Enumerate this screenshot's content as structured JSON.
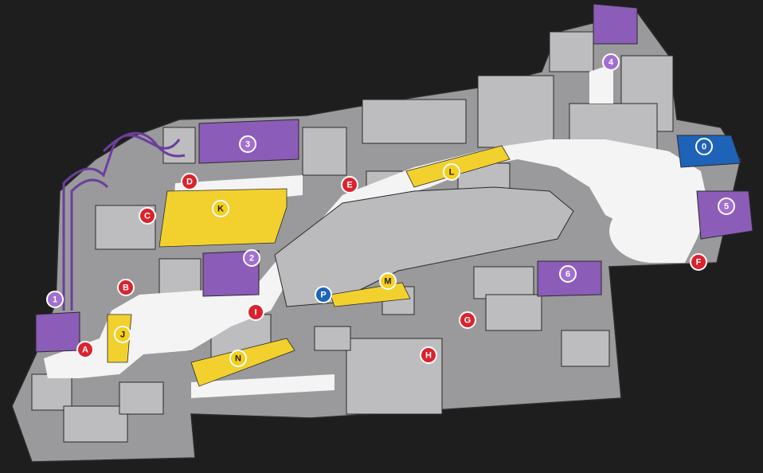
{
  "colors": {
    "background": "#1e1e1e",
    "ground": "#9a9a9c",
    "path": "#f4f4f4",
    "building": "#bdbdbf",
    "building_outline": "#2a2a2a",
    "attraction": "#8b5cb8",
    "attraction_dark": "#5d3a86",
    "highlight_zone": "#f2d12e",
    "red_marker": "#d9232e",
    "blue_marker": "#1e63b8",
    "purple_marker": "#a26fd0",
    "yellow_marker": "#f5cf1c"
  },
  "map": {
    "attractions": [
      {
        "id": "1",
        "label": "1"
      },
      {
        "id": "2",
        "label": "2"
      },
      {
        "id": "3",
        "label": "3"
      },
      {
        "id": "4",
        "label": "4"
      },
      {
        "id": "5",
        "label": "5"
      },
      {
        "id": "6",
        "label": "6"
      }
    ],
    "services": [
      {
        "id": "A",
        "label": "A"
      },
      {
        "id": "B",
        "label": "B"
      },
      {
        "id": "C",
        "label": "C"
      },
      {
        "id": "D",
        "label": "D"
      },
      {
        "id": "E",
        "label": "E"
      },
      {
        "id": "F",
        "label": "F"
      },
      {
        "id": "G",
        "label": "G"
      },
      {
        "id": "H",
        "label": "H"
      },
      {
        "id": "I",
        "label": "I"
      }
    ],
    "zones": [
      {
        "id": "J",
        "label": "J"
      },
      {
        "id": "K",
        "label": "K"
      },
      {
        "id": "L",
        "label": "L"
      },
      {
        "id": "M",
        "label": "M"
      },
      {
        "id": "N",
        "label": "N"
      }
    ],
    "info_points": [
      {
        "id": "O",
        "label": "0"
      },
      {
        "id": "P",
        "label": "P"
      }
    ]
  }
}
